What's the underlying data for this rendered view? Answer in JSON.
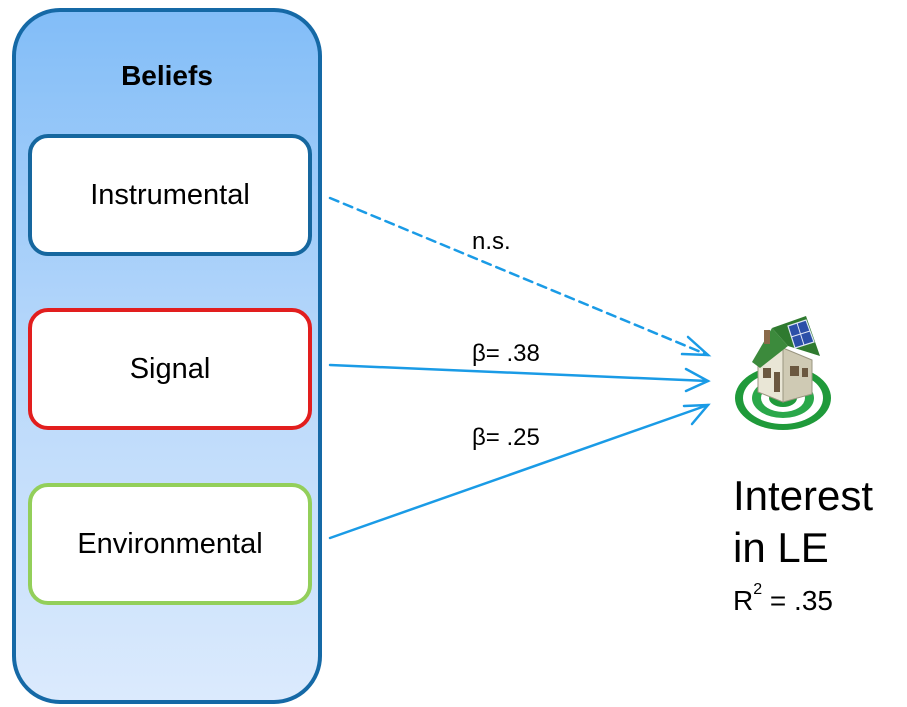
{
  "panel": {
    "title": "Beliefs"
  },
  "predictors": [
    {
      "label": "Instrumental",
      "border_color": "#16679f"
    },
    {
      "label": "Signal",
      "border_color": "#e21e1e"
    },
    {
      "label": "Environmental",
      "border_color": "#93cf5a"
    }
  ],
  "paths": [
    {
      "from": "Instrumental",
      "label": "n.s.",
      "style": "dashed"
    },
    {
      "from": "Signal",
      "label": "β= .38",
      "style": "solid"
    },
    {
      "from": "Environmental",
      "label": "β= .25",
      "style": "solid"
    }
  ],
  "outcome": {
    "label_line1": "Interest",
    "label_line2": "in LE",
    "r2_prefix": "R",
    "r2_exp": "2",
    "r2_value": " = .35",
    "icon": "house-on-target-icon"
  },
  "colors": {
    "panel_border": "#1569a6",
    "arrow": "#1a9be6",
    "target_green": "#1f9a3a"
  }
}
